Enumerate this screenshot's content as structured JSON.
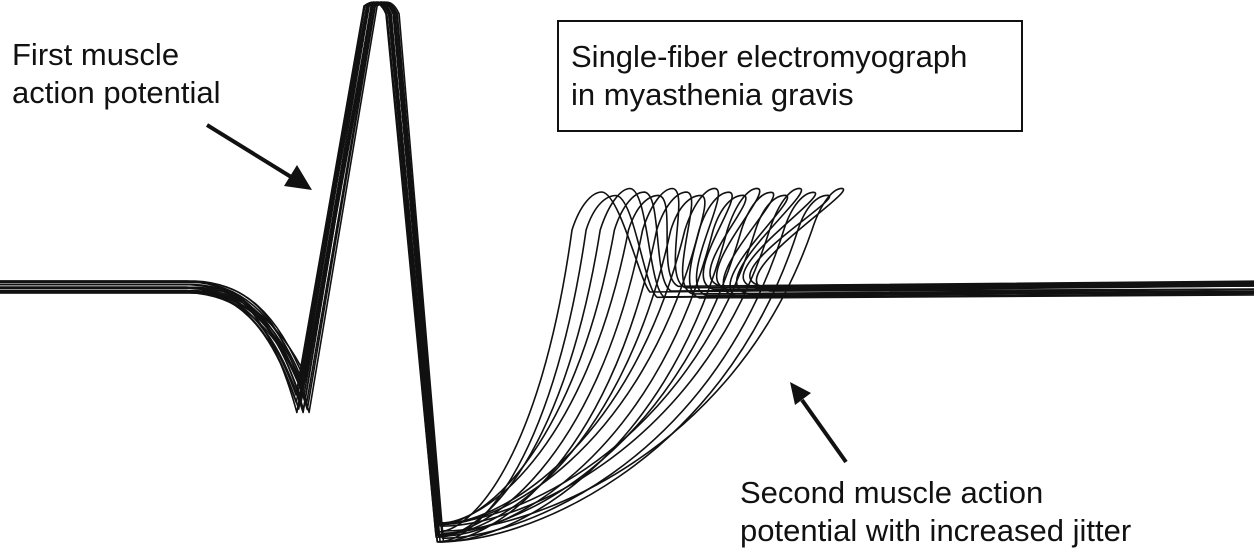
{
  "title": {
    "line1": "Single-fiber electromyograph",
    "line2": "in myasthenia gravis"
  },
  "annotations": {
    "first": {
      "line1": "First muscle",
      "line2": "action potential"
    },
    "second": {
      "line1": "Second muscle action",
      "line2": "potential with increased jitter"
    }
  },
  "traces": {
    "count": 18,
    "color": "#111111"
  }
}
